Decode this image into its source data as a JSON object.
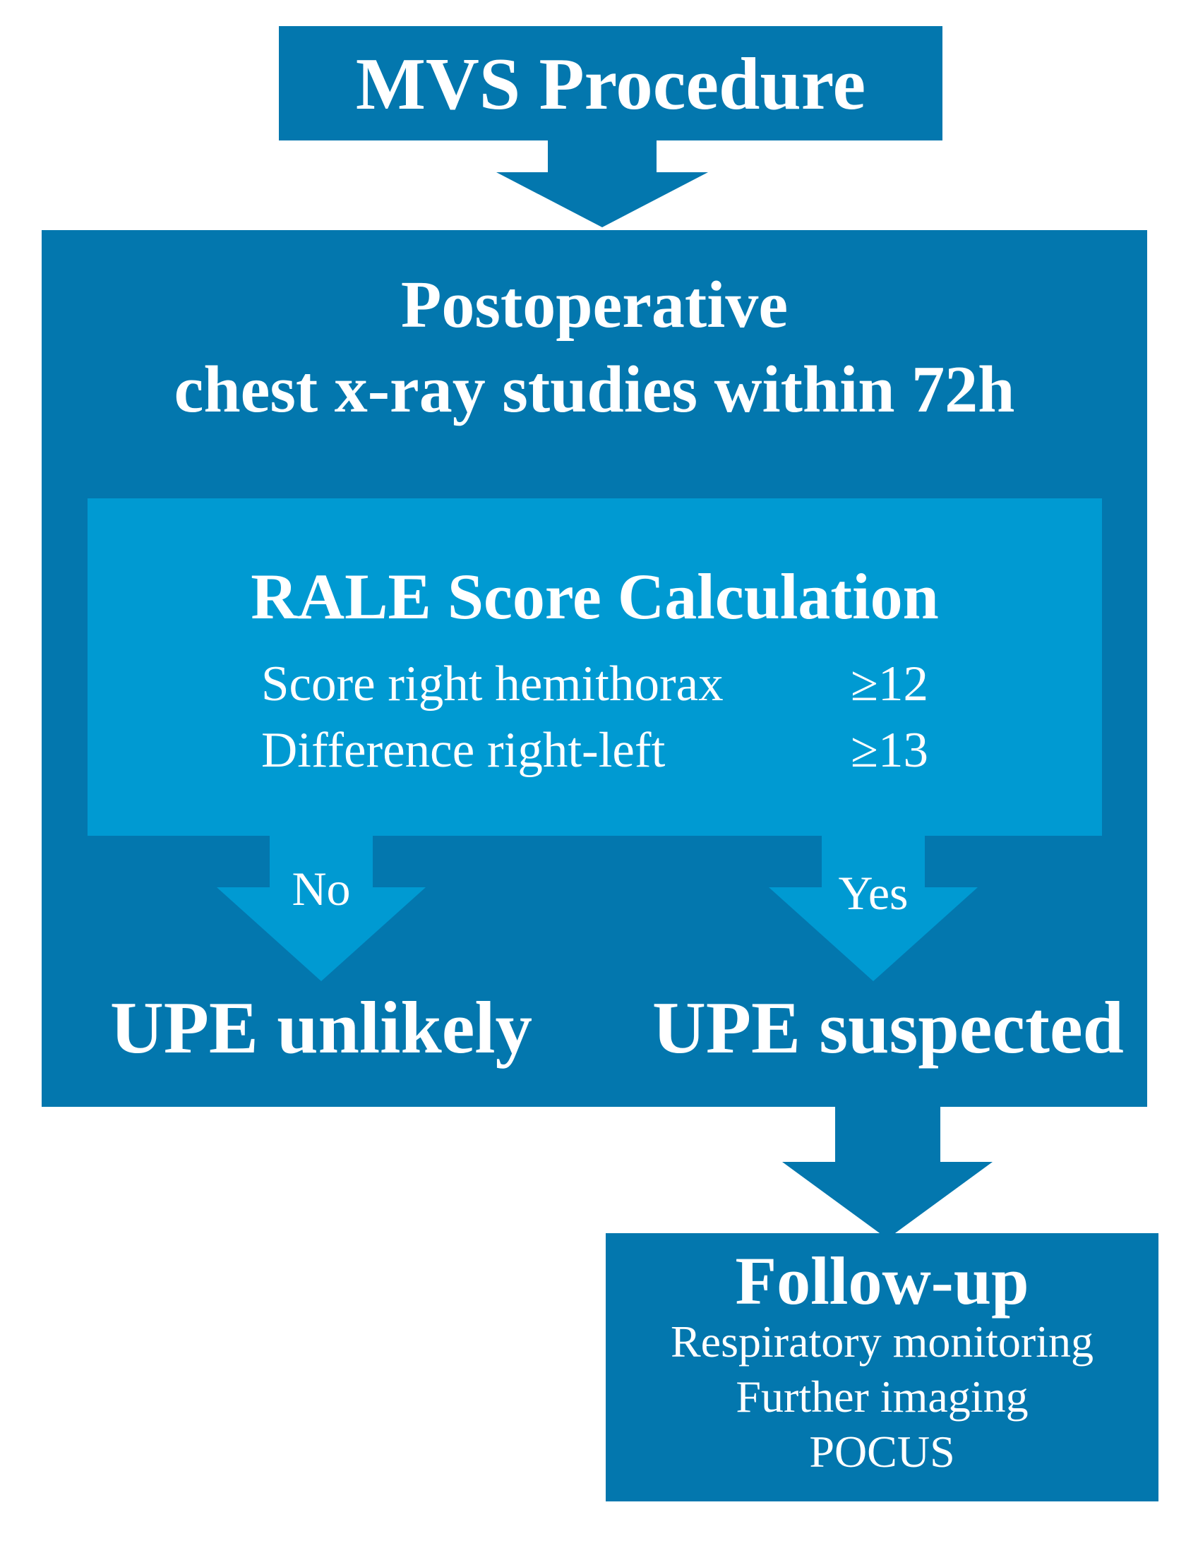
{
  "colors": {
    "box_dark": "#0377ae",
    "box_light": "#009ad2",
    "text": "#ffffff",
    "background": "#ffffff"
  },
  "flowchart": {
    "start": {
      "label": "MVS Procedure"
    },
    "postop": {
      "line1": "Postoperative",
      "line2": "chest x-ray studies within 72h"
    },
    "rale": {
      "title": "RALE Score Calculation",
      "criteria": [
        {
          "label": "Score right hemithorax",
          "value": "≥12"
        },
        {
          "label": "Difference right-left",
          "value": "≥13"
        }
      ]
    },
    "branch_no": {
      "label": "No",
      "outcome": "UPE unlikely"
    },
    "branch_yes": {
      "label": "Yes",
      "outcome": "UPE suspected"
    },
    "followup": {
      "title": "Follow-up",
      "items": [
        "Respiratory monitoring",
        "Further imaging",
        "POCUS"
      ]
    }
  }
}
